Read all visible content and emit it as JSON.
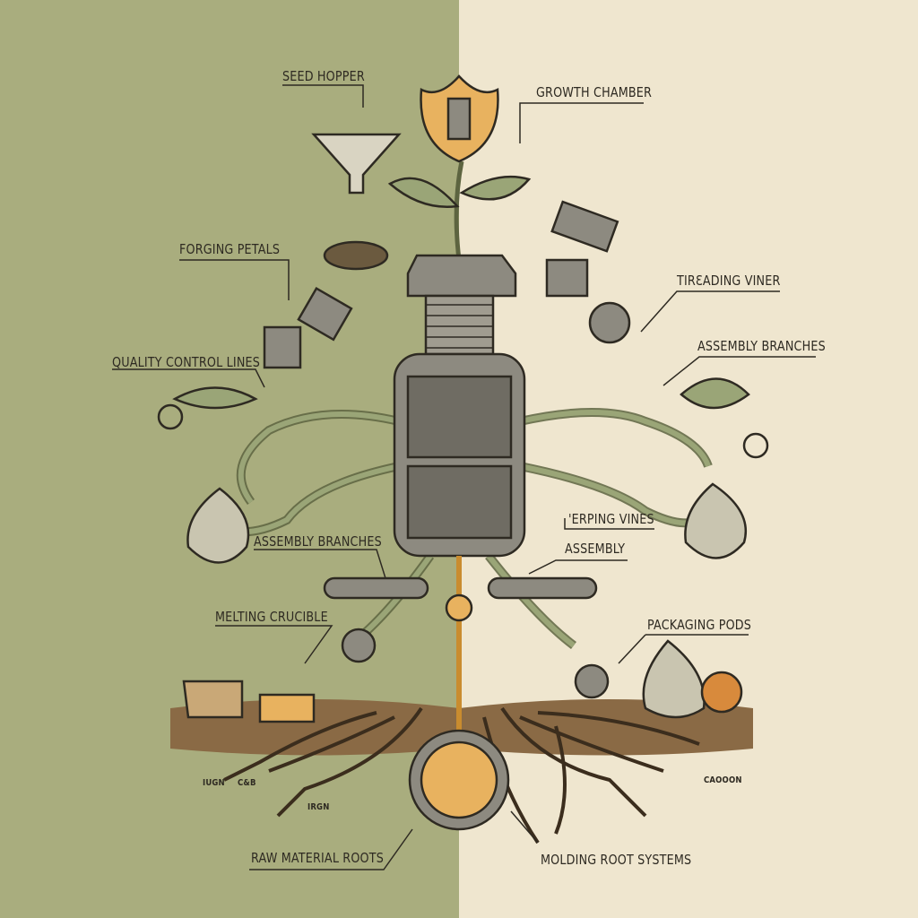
{
  "labels": {
    "seed_hopper": "SEED HOPPER",
    "growth_chamber": "GROWTH CHAMBER",
    "forging_petals": "FORGING PETALS",
    "threading_viner": "TIRƐADING VINER",
    "assembly_branches_right": "ASSEMBLY BRANCHES",
    "quality_control_lines": "QUALITY CONTROL LINES",
    "assembly_branches_left": "ASSEMBLY BRANCHES",
    "lerping_vines": "'ERPING VINES",
    "assembly": "ASSEMBLY",
    "melting_crucible": "MELTING CRUCIBLE",
    "packaging_pods": "PACKAGING PODS",
    "raw_material_roots": "RAW MATERIAL ROOTS",
    "molding_root_systems": "MOLDING ROOT SYSTEMS",
    "iugn": "IUGN",
    "cab": "C&B",
    "irgn": "IRGN",
    "cadoon": "CAOOON"
  },
  "colors": {
    "left_background": "#a9ad7e",
    "right_background": "#efe6cf",
    "metal": "#8d8a80",
    "vine": "#9aa577",
    "petal": "#e8b25f",
    "soil": "#8a6a45",
    "ink": "#2e2a22"
  }
}
